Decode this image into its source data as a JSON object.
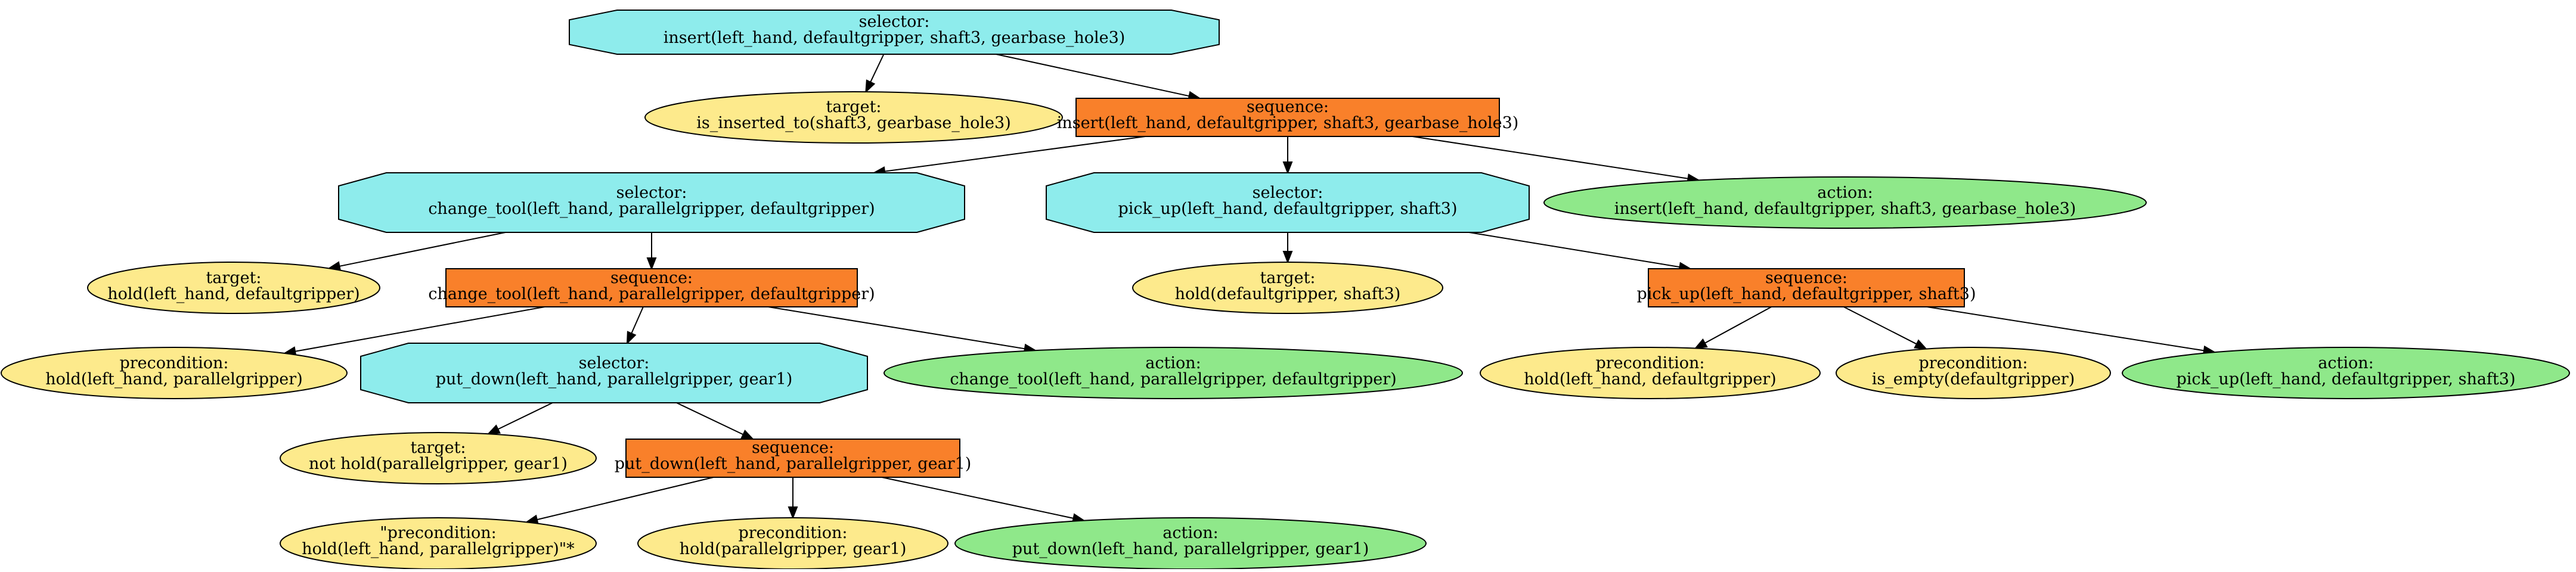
{
  "colors": {
    "selector": "#8eecec",
    "sequence": "#f9802a",
    "condition": "#fdea8c",
    "action": "#8fe88a",
    "stroke": "#000000"
  },
  "nodes": {
    "n1": {
      "kind": "selector",
      "line1": "selector:",
      "line2": "insert(left_hand, defaultgripper, shaft3, gearbase_hole3)"
    },
    "n2": {
      "kind": "condition",
      "line1": "target:",
      "line2": "is_inserted_to(shaft3, gearbase_hole3)"
    },
    "n3": {
      "kind": "sequence",
      "line1": "sequence:",
      "line2": "insert(left_hand, defaultgripper, shaft3, gearbase_hole3)"
    },
    "n4": {
      "kind": "selector",
      "line1": "selector:",
      "line2": "change_tool(left_hand, parallelgripper, defaultgripper)"
    },
    "n5": {
      "kind": "selector",
      "line1": "selector:",
      "line2": "pick_up(left_hand, defaultgripper, shaft3)"
    },
    "n6": {
      "kind": "action",
      "line1": "action:",
      "line2": "insert(left_hand, defaultgripper, shaft3, gearbase_hole3)"
    },
    "n7": {
      "kind": "condition",
      "line1": "target:",
      "line2": "hold(left_hand, defaultgripper)"
    },
    "n8": {
      "kind": "sequence",
      "line1": "sequence:",
      "line2": "change_tool(left_hand, parallelgripper, defaultgripper)"
    },
    "n9": {
      "kind": "condition",
      "line1": "target:",
      "line2": "hold(defaultgripper, shaft3)"
    },
    "n10": {
      "kind": "sequence",
      "line1": "sequence:",
      "line2": "pick_up(left_hand, defaultgripper, shaft3)"
    },
    "n11": {
      "kind": "condition",
      "line1": "precondition:",
      "line2": "hold(left_hand, parallelgripper)"
    },
    "n12": {
      "kind": "selector",
      "line1": "selector:",
      "line2": "put_down(left_hand, parallelgripper, gear1)"
    },
    "n13": {
      "kind": "action",
      "line1": "action:",
      "line2": "change_tool(left_hand, parallelgripper, defaultgripper)"
    },
    "n14": {
      "kind": "condition",
      "line1": "precondition:",
      "line2": "hold(left_hand, defaultgripper)"
    },
    "n15": {
      "kind": "condition",
      "line1": "precondition:",
      "line2": "is_empty(defaultgripper)"
    },
    "n16": {
      "kind": "action",
      "line1": "action:",
      "line2": "pick_up(left_hand, defaultgripper, shaft3)"
    },
    "n17": {
      "kind": "condition",
      "line1": "target:",
      "line2": "not hold(parallelgripper, gear1)"
    },
    "n18": {
      "kind": "sequence",
      "line1": "sequence:",
      "line2": "put_down(left_hand, parallelgripper, gear1)"
    },
    "n19": {
      "kind": "condition",
      "line1": "\"precondition:",
      "line2": "hold(left_hand, parallelgripper)\"*"
    },
    "n20": {
      "kind": "condition",
      "line1": "precondition:",
      "line2": "hold(parallelgripper, gear1)"
    },
    "n21": {
      "kind": "action",
      "line1": "action:",
      "line2": "put_down(left_hand, parallelgripper, gear1)"
    }
  },
  "edges": [
    [
      "n1",
      "n2"
    ],
    [
      "n1",
      "n3"
    ],
    [
      "n3",
      "n4"
    ],
    [
      "n3",
      "n5"
    ],
    [
      "n3",
      "n6"
    ],
    [
      "n4",
      "n7"
    ],
    [
      "n4",
      "n8"
    ],
    [
      "n5",
      "n9"
    ],
    [
      "n5",
      "n10"
    ],
    [
      "n8",
      "n11"
    ],
    [
      "n8",
      "n12"
    ],
    [
      "n8",
      "n13"
    ],
    [
      "n10",
      "n14"
    ],
    [
      "n10",
      "n15"
    ],
    [
      "n10",
      "n16"
    ],
    [
      "n12",
      "n17"
    ],
    [
      "n12",
      "n18"
    ],
    [
      "n18",
      "n19"
    ],
    [
      "n18",
      "n20"
    ],
    [
      "n18",
      "n21"
    ]
  ]
}
